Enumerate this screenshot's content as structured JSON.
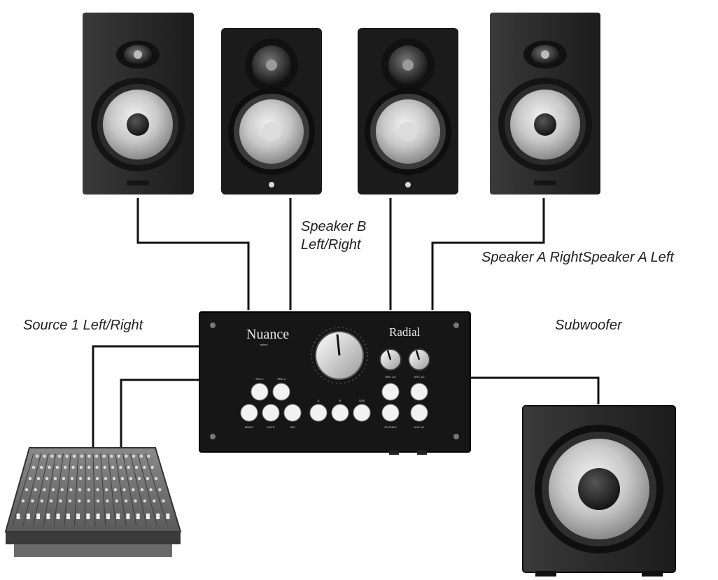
{
  "labels": {
    "speaker_b": [
      "Speaker B",
      "Left/Right"
    ],
    "speaker_a": "Speaker A RightSpeaker A Left",
    "source": "Source 1 Left/Right",
    "subwoofer": "Subwoofer"
  },
  "controller": {
    "brand_left": "Nuance",
    "brand_left_sub": "select",
    "brand_right": "Radial",
    "top_buttons": [
      "SRC 1",
      "SRC 2"
    ],
    "bottom_left_buttons": [
      "MONO",
      "MUTE",
      "DIM"
    ],
    "center_buttons": [
      "A",
      "B",
      "SUB"
    ],
    "right_knob_labels": [
      "SRC 1/2",
      "SRC 1/2"
    ],
    "right_bottom_labels": [
      "PHONES",
      "AUX 1/2"
    ]
  },
  "colors": {
    "cable": "#111111",
    "panel": "#161616",
    "speaker_cabinet": "#2a2a2a"
  }
}
